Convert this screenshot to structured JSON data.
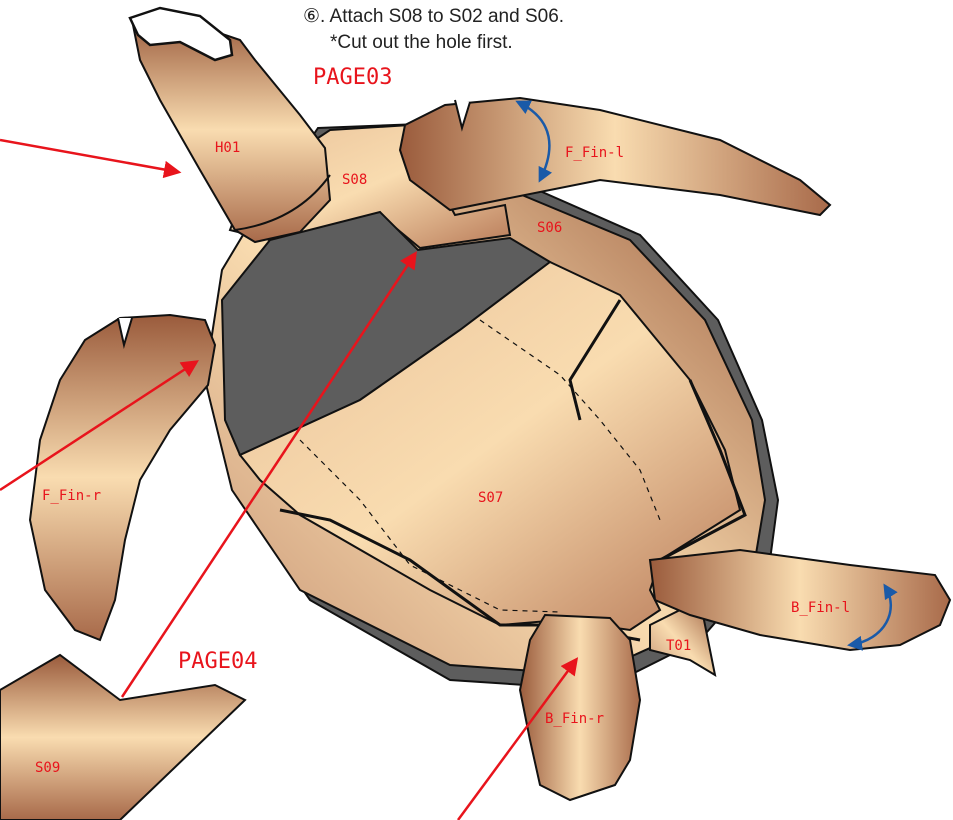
{
  "instructions": {
    "line1": "⑥. Attach S08 to S02 and S06.",
    "line2": "*Cut out the hole first."
  },
  "page_labels": {
    "page03": "PAGE03",
    "page04": "PAGE04"
  },
  "parts": {
    "h01": "H01",
    "s08": "S08",
    "s06": "S06",
    "f_fin_l": "F_Fin-l",
    "f_fin_r": "F_Fin-r",
    "s07": "S07",
    "b_fin_l": "B_Fin-l",
    "b_fin_r": "B_Fin-r",
    "t01": "T01",
    "s09": "S09"
  },
  "colors": {
    "label_red": "#e8141c",
    "arrow_red": "#e8141c",
    "rotate_blue": "#1a5aa8",
    "paper_light": "#f9dcb0",
    "paper_dark": "#9a5b3c",
    "hole_gray": "#5d5d5d",
    "outline": "#111111"
  }
}
